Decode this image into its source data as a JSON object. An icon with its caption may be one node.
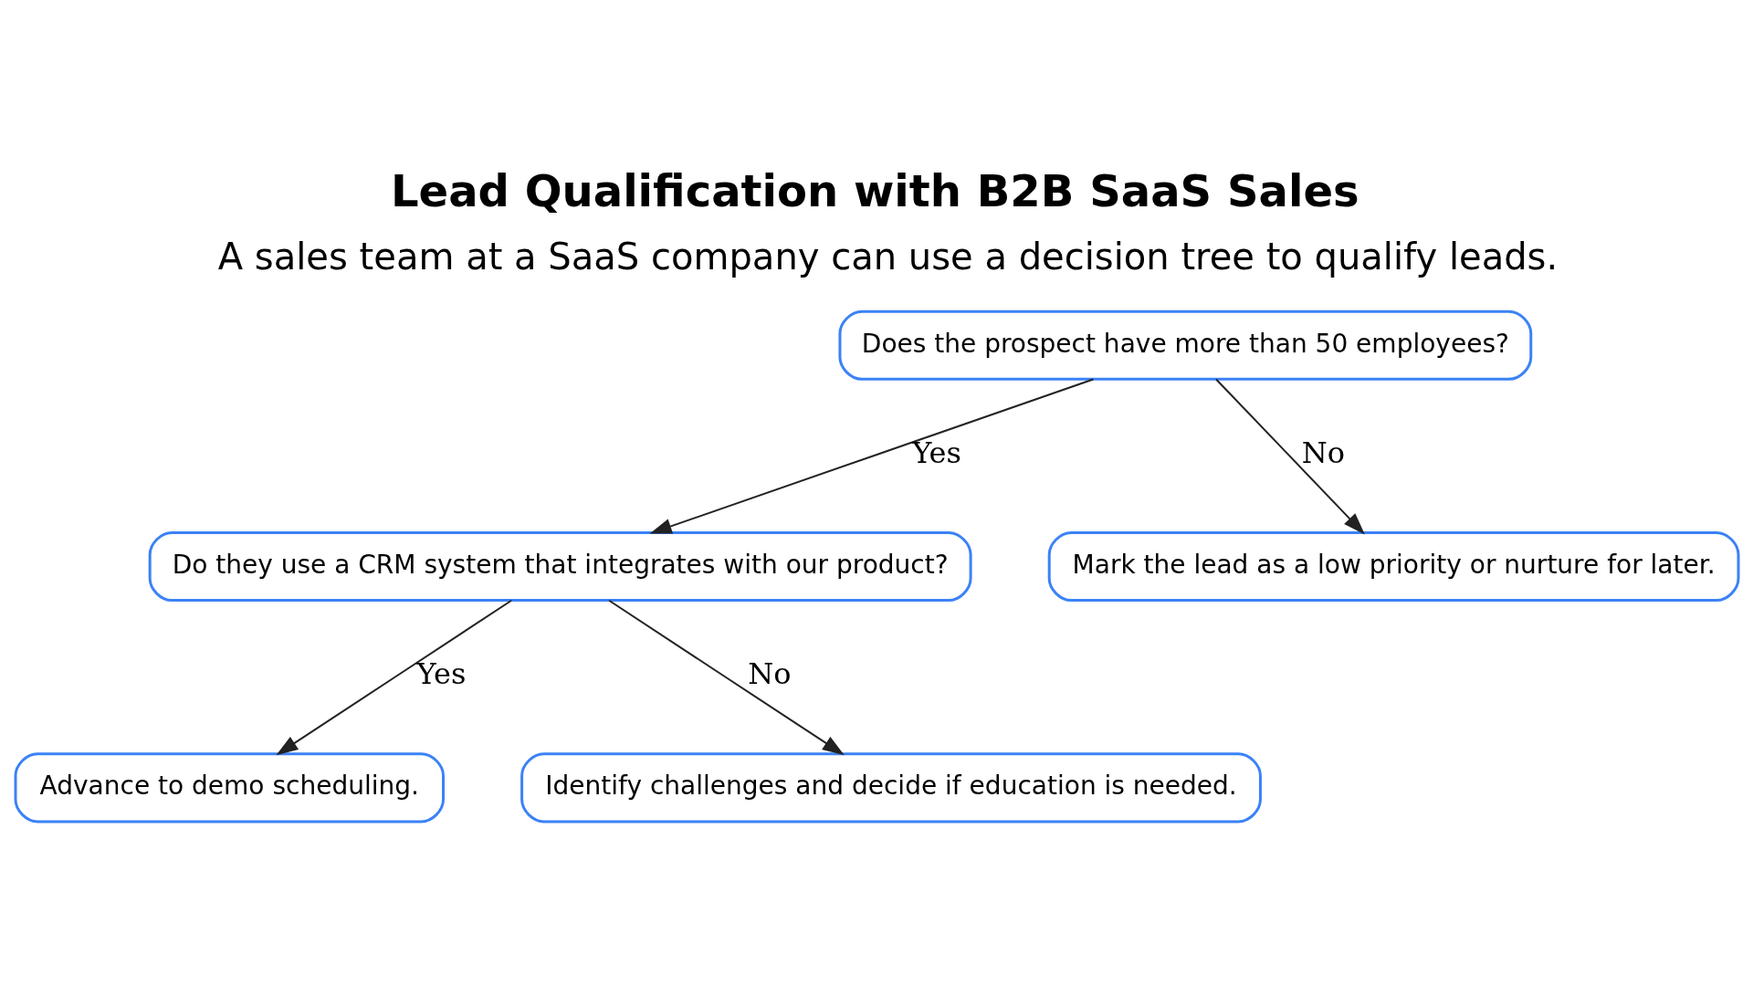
{
  "diagram": {
    "title": "Lead Qualification with B2B SaaS Sales",
    "caption": "A sales team at a SaaS company can use a decision tree to qualify leads.",
    "nodes": [
      {
        "text": [
          "Does the prospect have more than 50 employees?"
        ]
      },
      {
        "text": [
          "Do they use a CRM system that integrates with our product?"
        ]
      },
      {
        "text": [
          "Mark the lead as a low priority or nurture for later."
        ]
      },
      {
        "text": [
          "Advance to demo scheduling."
        ]
      },
      {
        "text": [
          "Identify challenges and decide if education is needed."
        ]
      }
    ],
    "edges": [
      {
        "from": 0,
        "to": 1,
        "arrow": "to",
        "label": "Yes"
      },
      {
        "from": 0,
        "to": 2,
        "arrow": "to",
        "label": "No"
      },
      {
        "from": 1,
        "to": 3,
        "arrow": "to",
        "label": "Yes"
      },
      {
        "from": 1,
        "to": 4,
        "arrow": "to",
        "label": "No"
      }
    ]
  }
}
